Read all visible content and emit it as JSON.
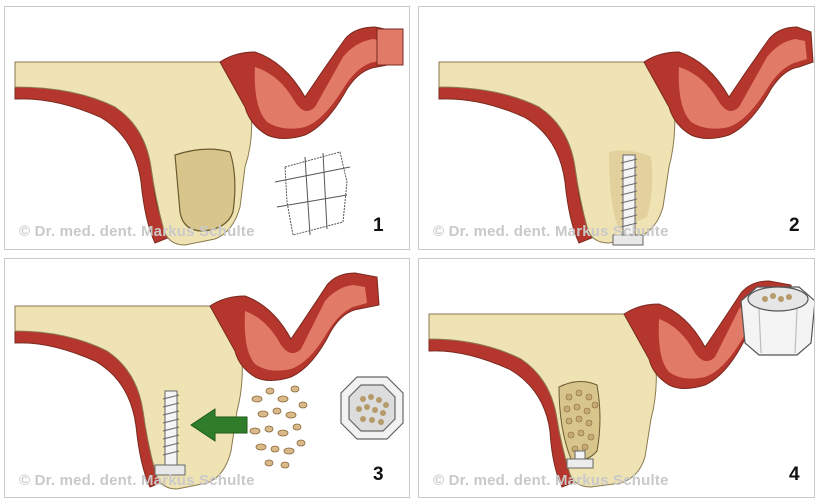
{
  "panels": [
    {
      "number": "1",
      "watermark": "© Dr. med. dent. Markus Schulte",
      "step": "bone block graft"
    },
    {
      "number": "2",
      "watermark": "© Dr. med. dent. Markus Schulte",
      "step": "fixation screw"
    },
    {
      "number": "3",
      "watermark": "© Dr. med. dent. Markus Schulte",
      "step": "particulate graft"
    },
    {
      "number": "4",
      "watermark": "© Dr. med. dent. Markus Schulte",
      "step": "augmented ridge"
    }
  ],
  "colors": {
    "mucosa_dark": "#b5362c",
    "mucosa_light": "#e27a68",
    "bone": "#efe3b3",
    "graft": "#d8c58c",
    "arrow": "#2f7d2a",
    "watermark": "#c9c9c9"
  }
}
